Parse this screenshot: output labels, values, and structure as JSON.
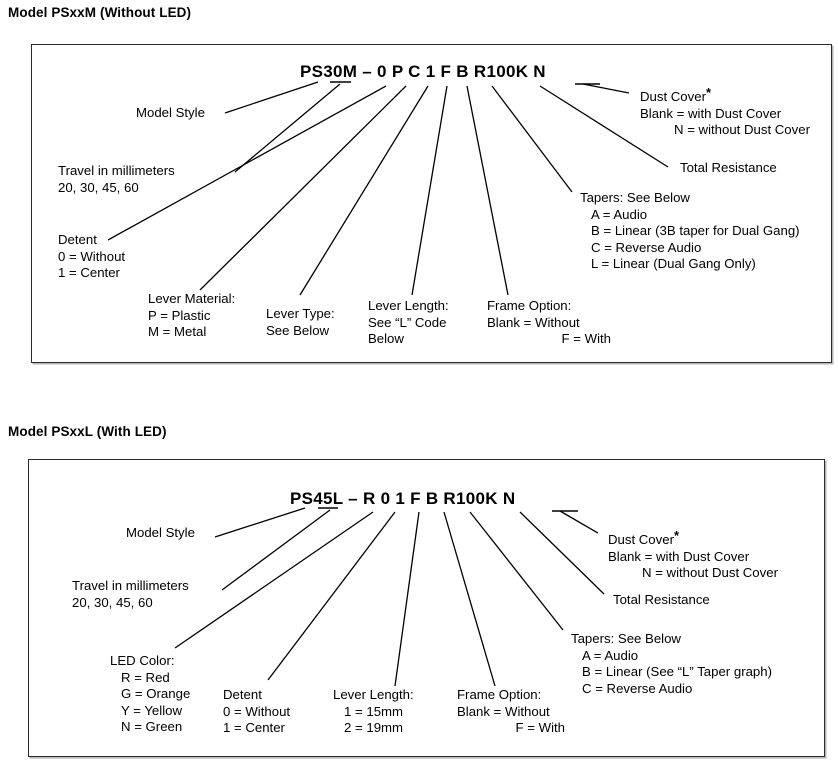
{
  "page": {
    "background": "#ffffff",
    "line_color": "#000000",
    "box_border_color": "#2b2b2b"
  },
  "sections": [
    {
      "id": "psxxm",
      "title": "Model PSxxM (Without LED)",
      "part_number": "PS30M – 0 P C 1 F B R100K N",
      "callouts": {
        "model_style": "Model Style",
        "travel_title": "Travel in millimeters",
        "travel_values": "20, 30, 45, 60",
        "detent_title": "Detent",
        "detent_0": "0 = Without",
        "detent_1": "1 = Center",
        "lever_material_title": "Lever Material:",
        "lever_material_p": "P = Plastic",
        "lever_material_m": "M = Metal",
        "lever_type_title": "Lever Type:",
        "lever_type_value": "See Below",
        "lever_length_title": "Lever Length:",
        "lever_length_l1": "See “L” Code",
        "lever_length_l2": "Below",
        "frame_option_title": "Frame Option:",
        "frame_blank": "Blank = Without",
        "frame_f": "F = With",
        "tapers_title": "Tapers: See Below",
        "tapers_a": "A = Audio",
        "tapers_b": "B = Linear (3B taper for Dual Gang)",
        "tapers_c": "C = Reverse Audio",
        "tapers_l": "L = Linear (Dual Gang Only)",
        "total_resistance": "Total Resistance",
        "dust_cover_title": "Dust Cover",
        "dust_cover_star": "*",
        "dust_cover_blank": "Blank = with Dust Cover",
        "dust_cover_n": "N = without Dust Cover"
      }
    },
    {
      "id": "psxxl",
      "title": "Model PSxxL (With LED)",
      "part_number": "PS45L – R 0 1 F B R100K N",
      "callouts": {
        "model_style": "Model Style",
        "travel_title": "Travel in millimeters",
        "travel_values": "20, 30, 45, 60",
        "led_color_title": "LED Color:",
        "led_r": "R = Red",
        "led_g": "G = Orange",
        "led_y": "Y = Yellow",
        "led_n": "N = Green",
        "detent_title": "Detent",
        "detent_0": "0 = Without",
        "detent_1": "1 = Center",
        "lever_length_title": "Lever Length:",
        "lever_length_1": "1 = 15mm",
        "lever_length_2": "2 = 19mm",
        "frame_option_title": "Frame Option:",
        "frame_blank": "Blank = Without",
        "frame_f": "F = With",
        "tapers_title": "Tapers: See Below",
        "tapers_a": "A = Audio",
        "tapers_b": "B = Linear (See “L” Taper graph)",
        "tapers_c": "C = Reverse Audio",
        "total_resistance": "Total Resistance",
        "dust_cover_title": "Dust Cover",
        "dust_cover_star": "*",
        "dust_cover_blank": "Blank = with Dust Cover",
        "dust_cover_n": "N = without Dust Cover"
      }
    }
  ]
}
